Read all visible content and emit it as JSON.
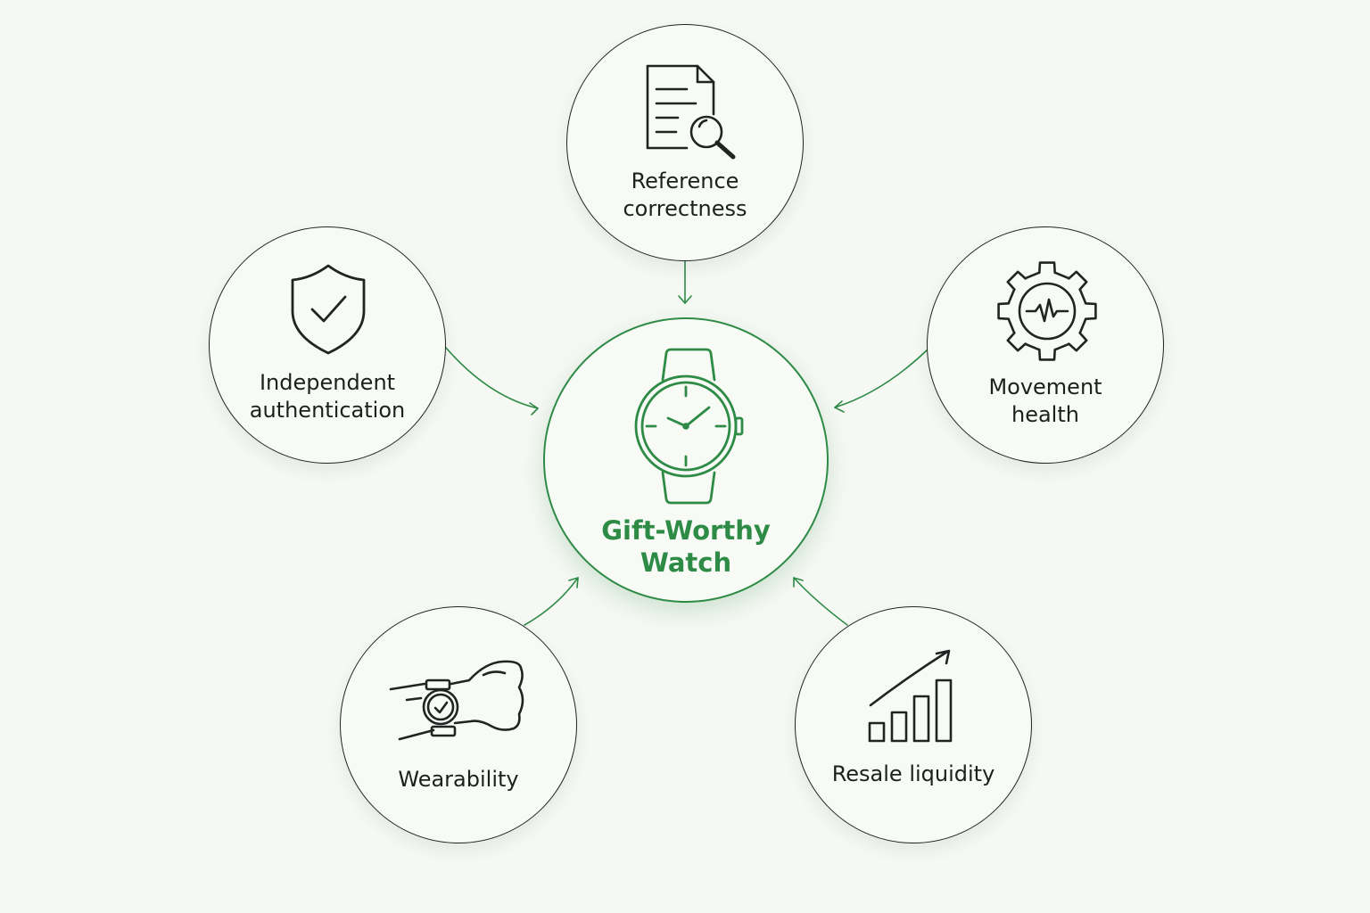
{
  "center": {
    "title_line1": "Gift-Worthy",
    "title_line2": "Watch",
    "icon": "wristwatch-icon"
  },
  "factors": [
    {
      "id": "reference",
      "line1": "Reference",
      "line2": "correctness",
      "icon": "document-search-icon"
    },
    {
      "id": "authentication",
      "line1": "Independent",
      "line2": "authentication",
      "icon": "shield-check-icon"
    },
    {
      "id": "movement",
      "line1": "Movement",
      "line2": "health",
      "icon": "gear-heartbeat-icon"
    },
    {
      "id": "wearability",
      "line1": "Wearability",
      "icon": "wrist-watch-icon"
    },
    {
      "id": "resale",
      "line1": "Resale liquidity",
      "icon": "growth-chart-icon"
    }
  ],
  "colors": {
    "accent": "#2e8b46",
    "ink": "#1f2522",
    "background": "#f6f8f4"
  }
}
